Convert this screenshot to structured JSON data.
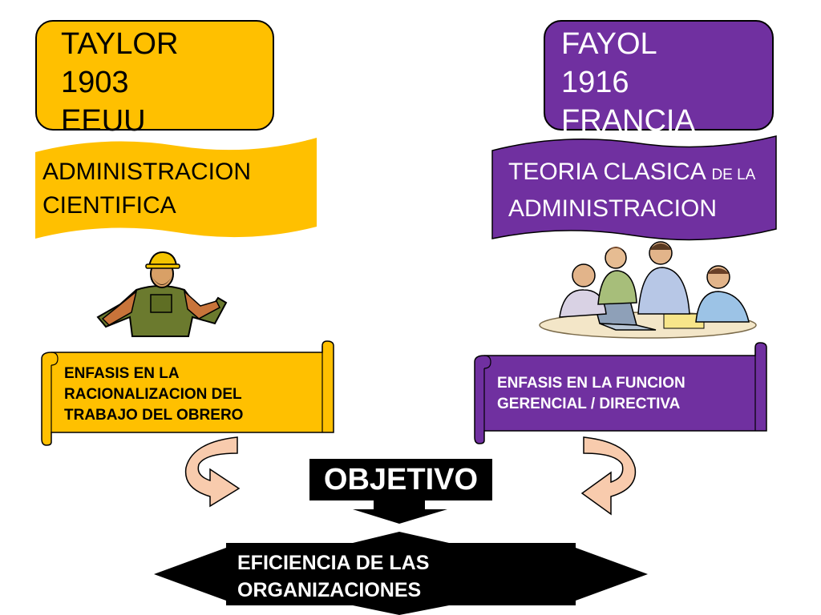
{
  "taylor": {
    "name": "TAYLOR",
    "year": "1903",
    "country": "EEUU"
  },
  "fayol": {
    "name": "FAYOL",
    "year": "1916",
    "country": "FRANCIA"
  },
  "taylor_banner": {
    "line1": "ADMINISTRACION",
    "line2": "CIENTIFICA"
  },
  "fayol_banner": {
    "line1_main": "TEORIA CLASICA",
    "line1_small": "DE LA",
    "line2": "ADMINISTRACION"
  },
  "taylor_scroll": {
    "lines": [
      "ENFASIS EN LA",
      "RACIONALIZACION DEL",
      "TRABAJO DEL OBRERO"
    ]
  },
  "fayol_scroll": {
    "lines": [
      "ENFASIS EN LA FUNCION",
      "GERENCIAL / DIRECTIVA"
    ]
  },
  "objective": {
    "label": "OBJETIVO"
  },
  "result": {
    "line1": "EFICIENCIA DE LAS",
    "line2": "ORGANIZACIONES"
  },
  "colors": {
    "yellow": "#FFC000",
    "purple": "#7030A0",
    "arrow_fill": "#F8CBAD",
    "black": "#000000"
  },
  "icons": {
    "worker": "construction-worker-icon",
    "team": "office-team-icon"
  }
}
